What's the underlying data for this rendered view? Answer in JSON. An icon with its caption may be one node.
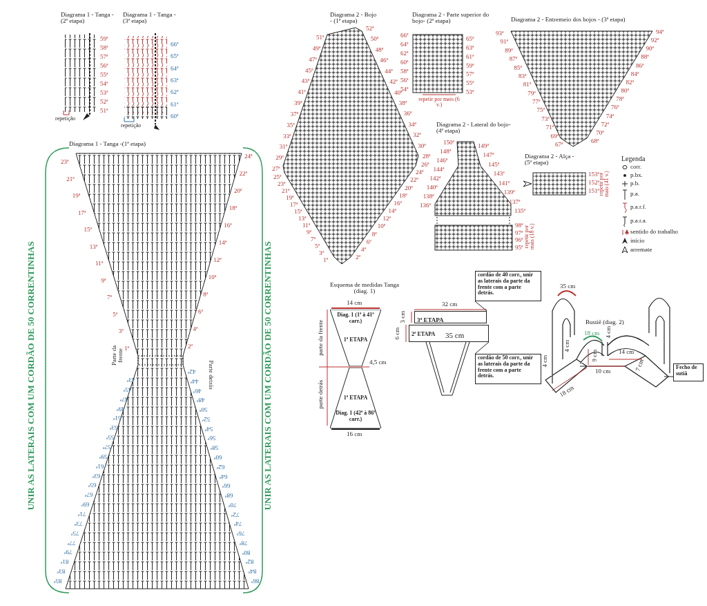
{
  "diagram": {
    "nodes": [
      {
        "text": [
          "Diag. 1 (1ª à 41ª carr.)",
          "1ª ETAPA"
        ]
      },
      {
        "text": [
          "1ª ETAPA",
          "Diag. 1 (42ª à 86ª carr.)"
        ]
      },
      {
        "text": [
          "3ª ETAPA"
        ]
      },
      {
        "text": [
          "2ª ETAPA",
          "35 cm"
        ]
      },
      {
        "text": [
          "cordão de 40 corr., unir as laterais da parte da frente com a parte detrás."
        ]
      },
      {
        "text": [
          "cordão de 50 corr., unir as laterais da parte da frente com a parte detrás."
        ]
      },
      {
        "text": [
          "Fecho de sutiã"
        ]
      }
    ],
    "edges": [
      {
        "from": 4,
        "to": 2,
        "arrow": "none"
      },
      {
        "from": 5,
        "to": 3,
        "arrow": "none"
      },
      {
        "from": 6,
        "to": null,
        "arrow": "none"
      }
    ],
    "labels": [
      "Diagrama 1 - Tanga - (2ª etapa)",
      "Diagrama 1 - Tanga - (3ª etapa)",
      "59ª",
      "58ª",
      "57ª",
      "56ª",
      "55ª",
      "54ª",
      "53ª",
      "52ª",
      "51ª",
      "repetição",
      "66ª",
      "65ª",
      "64ª",
      "63ª",
      "62ª",
      "61ª",
      "60ª",
      "repetição",
      "Diagrama 1 - Tanga -(1ª etapa)",
      "UNIR AS LATERAIS COM UM CORDÃO DE 50 CORRENTINHAS",
      "UNIR AS LATERAIS COM UM CORDÃO DE 50 CORRENTINHAS",
      "23ª",
      "21ª",
      "19ª",
      "17ª",
      "15ª",
      "13ª",
      "11ª",
      "9ª",
      "7ª",
      "5ª",
      "3ª",
      "1ª",
      "24ª",
      "22ª",
      "20ª",
      "18ª",
      "16ª",
      "14ª",
      "12ª",
      "10ª",
      "8ª",
      "6ª",
      "4ª",
      "2ª",
      "Parte da frente",
      "Parte detrás",
      "43ª",
      "45ª",
      "47ª",
      "49ª",
      "51ª",
      "53ª",
      "55ª",
      "57ª",
      "59ª",
      "61ª",
      "63ª",
      "65ª",
      "67ª",
      "69ª",
      "71ª",
      "73ª",
      "75ª",
      "77ª",
      "79ª",
      "81ª",
      "83ª",
      "85ª",
      "42ª",
      "44ª",
      "46ª",
      "48ª",
      "50ª",
      "52ª",
      "54ª",
      "56ª",
      "58ª",
      "60ª",
      "62ª",
      "64ª",
      "66ª",
      "68ª",
      "70ª",
      "72ª",
      "74ª",
      "76ª",
      "78ª",
      "80ª",
      "82ª",
      "84ª",
      "86ª",
      "Diagrama 2 - Bojo - (1ª etapa)",
      "51ª",
      "49ª",
      "47ª",
      "45ª",
      "43ª",
      "41ª",
      "39ª",
      "37ª",
      "35ª",
      "33ª",
      "31ª",
      "29ª",
      "27ª",
      "25ª",
      "23ª",
      "21ª",
      "19ª",
      "17ª",
      "15ª",
      "13ª",
      "11ª",
      "9ª",
      "7ª",
      "5ª",
      "3ª",
      "1ª",
      "52ª",
      "50ª",
      "48ª",
      "46ª",
      "44ª",
      "42ª",
      "40ª",
      "38ª",
      "36ª",
      "34ª",
      "32ª",
      "30ª",
      "28ª",
      "26ª",
      "24ª",
      "22ª",
      "20ª",
      "18ª",
      "16ª",
      "14ª",
      "12ª",
      "10ª",
      "8ª",
      "6ª",
      "4ª",
      "2ª",
      "Diagrama 2 - Parte superior do bojo- (2ª etapa)",
      "66ª",
      "64ª",
      "62ª",
      "60ª",
      "58ª",
      "56ª",
      "54ª",
      "65ª",
      "63ª",
      "61ª",
      "59ª",
      "57ª",
      "55ª",
      "53ª",
      "repetir por mais (6 v.)",
      "Diagrama 2 - Entremeio dos bojos - (3ª etapa)",
      "93ª",
      "91ª",
      "89ª",
      "87ª",
      "85ª",
      "83ª",
      "81ª",
      "79ª",
      "77ª",
      "75ª",
      "73ª",
      "71ª",
      "69ª",
      "67ª",
      "94ª",
      "92ª",
      "90ª",
      "88ª",
      "86ª",
      "84ª",
      "82ª",
      "80ª",
      "78ª",
      "76ª",
      "74ª",
      "72ª",
      "70ª",
      "68ª",
      "Diagrama 2 - Lateral do bojo- (4ª etapa)",
      "150ª",
      "148ª",
      "146ª",
      "144ª",
      "142ª",
      "140ª",
      "138ª",
      "136ª",
      "149ª",
      "147ª",
      "145ª",
      "143ª",
      "141ª",
      "139ª",
      "137ª",
      "135ª",
      "98ª",
      "97ª",
      "96ª",
      "95ª",
      "repetir por mais (18 v.)",
      "Diagrama 2 - Alça - (5ª etapa)",
      "153ª",
      "152ª",
      "151ª",
      "repetir por mais (41 v.)",
      "Legenda",
      "Esquema de medidas Tanga (diag. 1)",
      "14 cm",
      "parte da frente",
      "4,5 cm",
      "parte detrás",
      "16 cm",
      "32 cm",
      "3 cm",
      "6 cm",
      "35 cm",
      "Bustiê (diag. 2)",
      "18 cm",
      "4 cm",
      "4 cm",
      "9 cm",
      "4 cm",
      "14 cm",
      "7 cm",
      "10 cm",
      "18 cm"
    ],
    "legend": [
      {
        "text": "corr."
      },
      {
        "text": "p.bx."
      },
      {
        "text": "p.b."
      },
      {
        "text": "p.a."
      },
      {
        "text": "p.a.r.f."
      },
      {
        "text": "p.a.r.a."
      },
      {
        "text": "sentido do trabalho"
      },
      {
        "text": "início"
      },
      {
        "text": "arremate"
      }
    ]
  }
}
